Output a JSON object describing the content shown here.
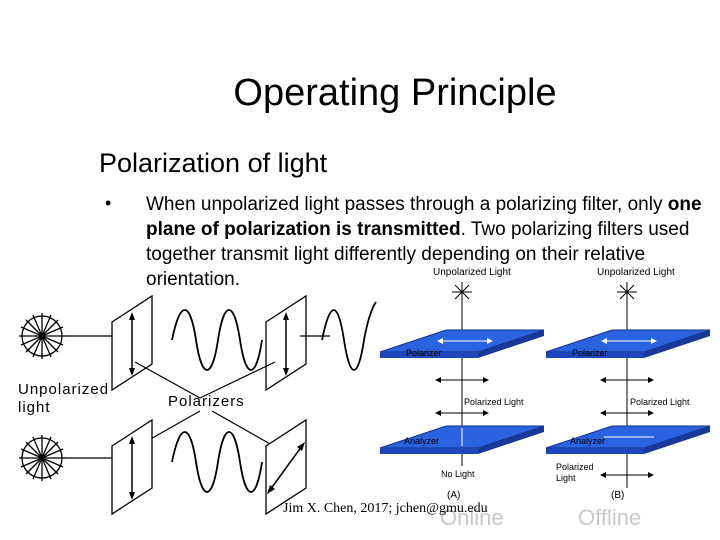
{
  "slide": {
    "title": "Operating Principle",
    "subtitle": "Polarization of light",
    "bullet_marker": "•",
    "bullet_text_1": "When unpolarized light passes through a polarizing filter, only ",
    "bullet_bold": "one plane of polarization is transmitted",
    "bullet_text_2": ". Two polarizing filters used together transmit light differently depending on their relative orientation.",
    "footer": "Jim X. Chen, 2017; jchen@gmu.edu",
    "offline_1": "Online",
    "offline_2": "Offline"
  },
  "left_diagram": {
    "unpolarized_label_1": "Unpolarized",
    "unpolarized_label_2": "light",
    "polarizers_label": "Polarizers"
  },
  "right_diagram": {
    "unpolarized_light": "Unpolarized Light",
    "polarizer": "Polarizer",
    "polarized_light": "Polarized Light",
    "analyzer": "Analyzer",
    "no_light": "No Light",
    "polarized_light_out_1": "Polarized",
    "polarized_light_out_2": "Light",
    "caption_a": "(A)",
    "caption_b": "(B)",
    "plate_color": "#2a63e0"
  }
}
